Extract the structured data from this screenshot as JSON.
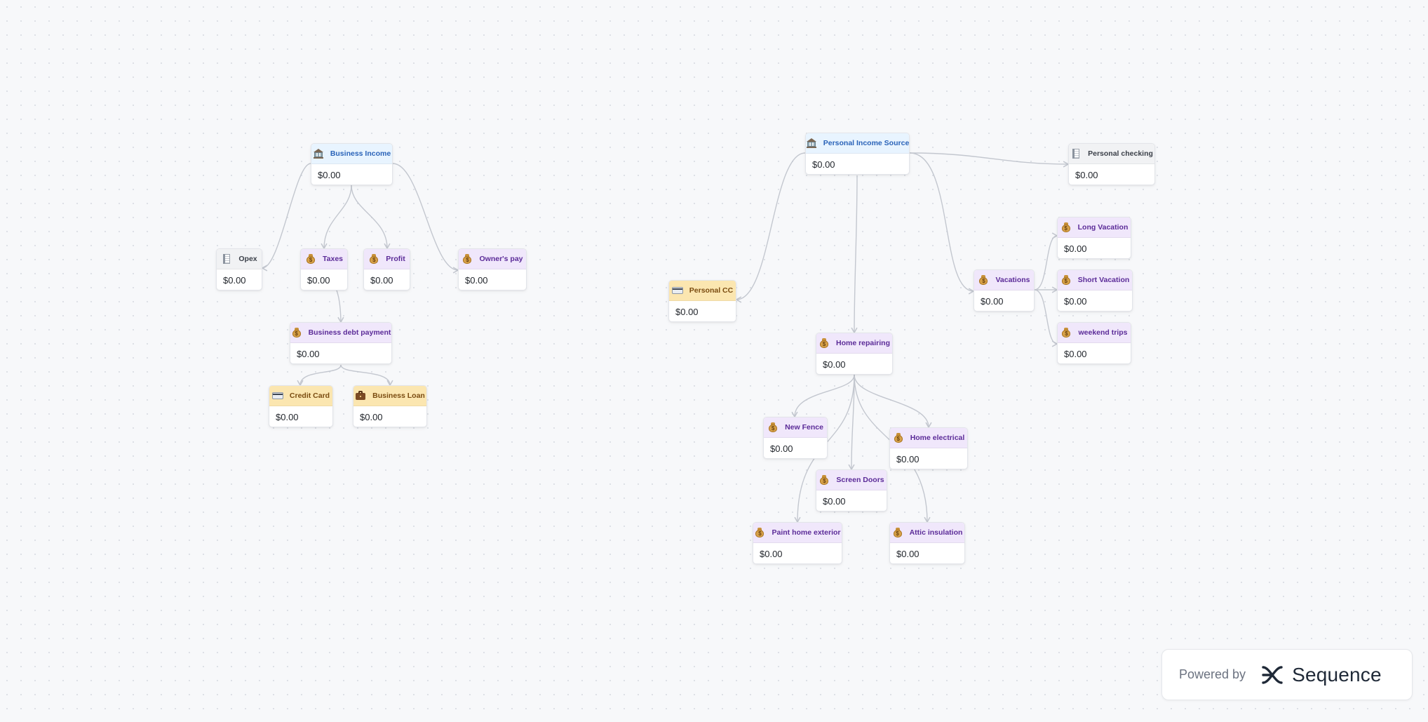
{
  "nodes": [
    {
      "id": "business-income",
      "label": "Business Income",
      "amount": "$0.00",
      "type": "income",
      "icon": "bank-icon"
    },
    {
      "id": "opex",
      "label": "Opex",
      "amount": "$0.00",
      "type": "account",
      "icon": "ledger-icon"
    },
    {
      "id": "taxes",
      "label": "Taxes",
      "amount": "$0.00",
      "type": "pod",
      "icon": "moneybag-icon"
    },
    {
      "id": "profit",
      "label": "Profit",
      "amount": "$0.00",
      "type": "pod",
      "icon": "moneybag-icon"
    },
    {
      "id": "owners-pay",
      "label": "Owner's pay",
      "amount": "$0.00",
      "type": "pod",
      "icon": "moneybag-icon"
    },
    {
      "id": "business-debt-payment",
      "label": "Business debt payment",
      "amount": "$0.00",
      "type": "pod",
      "icon": "moneybag-icon"
    },
    {
      "id": "credit-card",
      "label": "Credit Card",
      "amount": "$0.00",
      "type": "card",
      "icon": "card-icon"
    },
    {
      "id": "business-loan",
      "label": "Business Loan",
      "amount": "$0.00",
      "type": "card",
      "icon": "briefcase-icon"
    },
    {
      "id": "personal-income-source",
      "label": "Personal Income Source",
      "amount": "$0.00",
      "type": "income",
      "icon": "bank-icon"
    },
    {
      "id": "personal-checking",
      "label": "Personal checking",
      "amount": "$0.00",
      "type": "account",
      "icon": "ledger-icon"
    },
    {
      "id": "personal-cc",
      "label": "Personal CC",
      "amount": "$0.00",
      "type": "card",
      "icon": "card-icon"
    },
    {
      "id": "vacations",
      "label": "Vacations",
      "amount": "$0.00",
      "type": "pod",
      "icon": "moneybag-icon"
    },
    {
      "id": "long-vacation",
      "label": "Long Vacation",
      "amount": "$0.00",
      "type": "pod",
      "icon": "moneybag-icon"
    },
    {
      "id": "short-vacation",
      "label": "Short Vacation",
      "amount": "$0.00",
      "type": "pod",
      "icon": "moneybag-icon"
    },
    {
      "id": "weekend-trips",
      "label": "weekend trips",
      "amount": "$0.00",
      "type": "pod",
      "icon": "moneybag-icon"
    },
    {
      "id": "home-repairing",
      "label": "Home repairing",
      "amount": "$0.00",
      "type": "pod",
      "icon": "moneybag-icon"
    },
    {
      "id": "new-fence",
      "label": "New Fence",
      "amount": "$0.00",
      "type": "pod",
      "icon": "moneybag-icon"
    },
    {
      "id": "home-electrical",
      "label": "Home electrical",
      "amount": "$0.00",
      "type": "pod",
      "icon": "moneybag-icon"
    },
    {
      "id": "screen-doors",
      "label": "Screen Doors",
      "amount": "$0.00",
      "type": "pod",
      "icon": "moneybag-icon"
    },
    {
      "id": "paint-home-exterior",
      "label": "Paint home exterior",
      "amount": "$0.00",
      "type": "pod",
      "icon": "moneybag-icon"
    },
    {
      "id": "attic-insulation",
      "label": "Attic insulation",
      "amount": "$0.00",
      "type": "pod",
      "icon": "moneybag-icon"
    }
  ],
  "edges": [
    [
      "business-income",
      "opex"
    ],
    [
      "business-income",
      "taxes"
    ],
    [
      "business-income",
      "profit"
    ],
    [
      "business-income",
      "owners-pay"
    ],
    [
      "taxes",
      "business-debt-payment"
    ],
    [
      "business-debt-payment",
      "credit-card"
    ],
    [
      "business-debt-payment",
      "business-loan"
    ],
    [
      "personal-income-source",
      "personal-checking"
    ],
    [
      "personal-income-source",
      "personal-cc"
    ],
    [
      "personal-income-source",
      "vacations"
    ],
    [
      "personal-income-source",
      "home-repairing"
    ],
    [
      "vacations",
      "long-vacation"
    ],
    [
      "vacations",
      "short-vacation"
    ],
    [
      "vacations",
      "weekend-trips"
    ],
    [
      "home-repairing",
      "new-fence"
    ],
    [
      "home-repairing",
      "home-electrical"
    ],
    [
      "home-repairing",
      "screen-doors"
    ],
    [
      "home-repairing",
      "paint-home-exterior"
    ],
    [
      "home-repairing",
      "attic-insulation"
    ]
  ],
  "colors": {
    "edge": "#c3c7cf",
    "income": "#e8f4ff",
    "pod": "#f0e7fb",
    "account": "#f1f2f4",
    "card": "#fbe6b0"
  },
  "watermark": {
    "powered_by": "Powered by",
    "brand": "Sequence",
    "icon": "sequence-logo-icon"
  }
}
